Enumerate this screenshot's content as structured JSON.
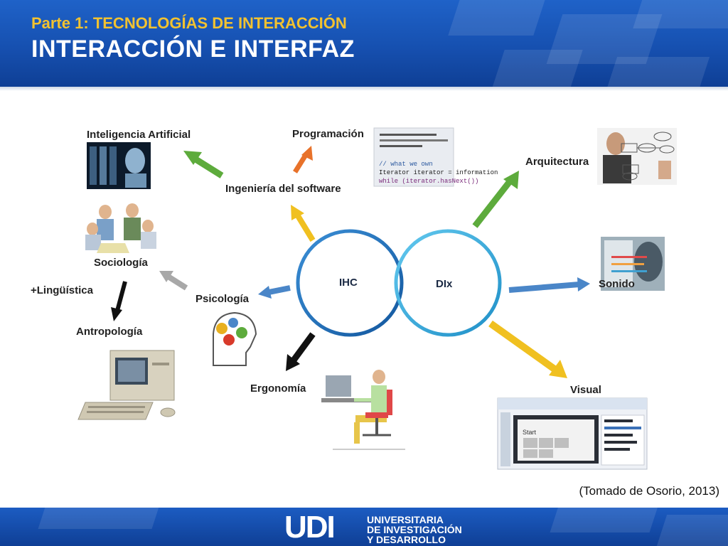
{
  "header": {
    "subtitle": "Parte 1: TECNOLOGÍAS DE INTERACCIÓN",
    "title": "INTERACCIÓN E INTERFAZ"
  },
  "diagram": {
    "center_left": "IHC",
    "center_right": "DIx",
    "nodes": {
      "ia": "Inteligencia Artificial",
      "programacion": "Programación",
      "ingenieria": "Ingeniería del software",
      "arquitectura": "Arquitectura",
      "sociologia": "Sociología",
      "linguistica": "+Lingüística",
      "antropologia": "Antropología",
      "psicologia": "Psicología",
      "sonido": "Sonido",
      "ergonomia": "Ergonomía",
      "visual": "Visual"
    },
    "code_snippet": [
      "// what we own",
      "Iterator iterator = information",
      "while (iterator.hasNext())"
    ],
    "screen_text": "Start",
    "colors": {
      "green": "#5dab3c",
      "orange": "#e8722a",
      "yellow": "#f0c020",
      "gray": "#a8a8a8",
      "blue_arrow": "#4a86c8",
      "black": "#111111",
      "ring_left": "#1e6fb8",
      "ring_right": "#2aa6d8"
    }
  },
  "source": "(Tomado de Osorio, 2013)",
  "footer": {
    "logo_mark": "UDI",
    "logo_lines": [
      "UNIVERSITARIA",
      "DE INVESTIGACIÓN",
      "Y DESARROLLO"
    ]
  }
}
